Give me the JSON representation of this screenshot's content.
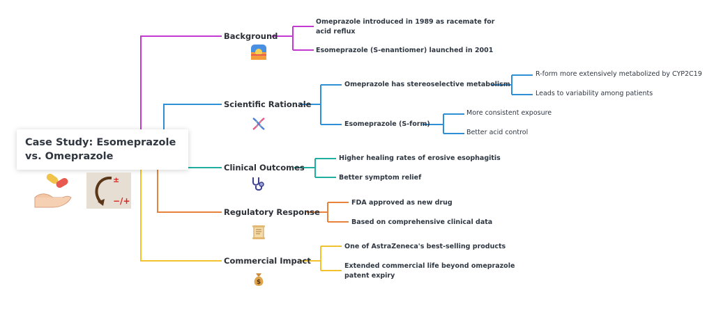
{
  "root": {
    "title": "Case Study: Esomeprazole vs. Omeprazole"
  },
  "branches": {
    "background": {
      "label": "Background",
      "icon": "sunset-app-icon",
      "color": "#c23ad1",
      "leaves": [
        "Omeprazole introduced in 1989 as racemate for acid reflux",
        "Esomeprazole (S-enantiomer) launched in 2001"
      ]
    },
    "scientific": {
      "label": "Scientific Rationale",
      "icon": "dna-icon",
      "color": "#2f8fd6",
      "leaves": [
        "Omeprazole has stereoselective metabolism",
        "Esomeprazole (S-form)"
      ],
      "subleaves_a": [
        "R-form more extensively metabolized by CYP2C19",
        "Leads to variability among patients"
      ],
      "subleaves_b": [
        "More consistent exposure",
        "Better acid control"
      ]
    },
    "clinical": {
      "label": "Clinical Outcomes",
      "icon": "stethoscope-icon",
      "color": "#1faea0",
      "leaves": [
        "Higher healing rates of erosive esophagitis",
        "Better symptom relief"
      ]
    },
    "regulatory": {
      "label": "Regulatory Response",
      "icon": "scroll-icon",
      "color": "#e8823a",
      "leaves": [
        "FDA approved as new drug",
        "Based on comprehensive clinical data"
      ]
    },
    "commercial": {
      "label": "Commercial Impact",
      "icon": "money-bag-icon",
      "color": "#f2c12e",
      "leaves": [
        "One of AstraZeneca's best-selling products",
        "Extended commercial life beyond omeprazole patent expiry"
      ]
    }
  },
  "illustrations": {
    "pill_hand": "pill-in-hand-icon",
    "conversion_card": {
      "icon": "racemic-conversion-icon",
      "plus_minus": "±",
      "minus_plus": "−/+"
    }
  }
}
